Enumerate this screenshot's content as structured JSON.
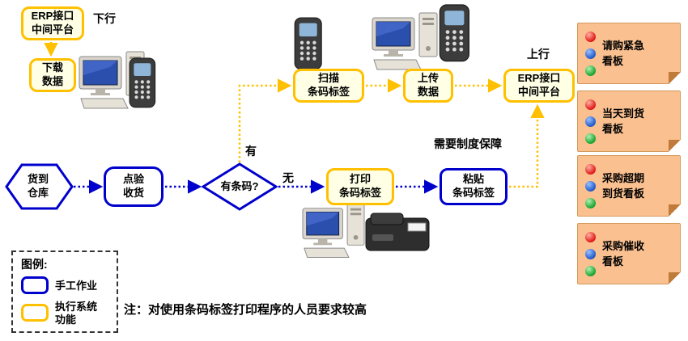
{
  "diagram": {
    "erp_top_label": "ERP接口\n中间平台",
    "down_label": "下行",
    "download_label": "下载\n数据",
    "goods_label": "货到\n仓库",
    "receive_label": "点验\n收货",
    "decision_label": "有条码?",
    "yes_label": "有",
    "no_label": "无",
    "scan_label": "扫描\n条码标签",
    "upload_label": "上传\n数据",
    "erp_right_label": "ERP接口\n中间平台",
    "up_label": "上行",
    "print_label": "打印\n条码标签",
    "paste_label": "粘贴\n条码标签",
    "policy_note": "需要制度保障"
  },
  "kanban_notes": [
    {
      "label": "请购紧急\n看板"
    },
    {
      "label": "当天到货\n看板"
    },
    {
      "label": "采购超期\n到货看板"
    },
    {
      "label": "采购催收\n看板"
    }
  ],
  "legend": {
    "title": "图例:",
    "manual_label": "手工作业",
    "system_label": "执行系统\n功能"
  },
  "footnote": "注：对使用条码标签打印程序的人员要求较高",
  "colors": {
    "manual_blue": "#0000CC",
    "system_gold": "#FFC000",
    "system_fill": "#FFFFE6",
    "note_fill": "#FAC090",
    "dot_red": "#E01818",
    "dot_blue": "#1D5AC8",
    "dot_green": "#17A32F"
  },
  "icons": [
    {
      "name": "desktop-computer-icon"
    },
    {
      "name": "handheld-scanner-icon"
    },
    {
      "name": "label-printer-icon"
    },
    {
      "name": "red-dot-icon"
    },
    {
      "name": "blue-dot-icon"
    },
    {
      "name": "green-dot-icon"
    }
  ]
}
